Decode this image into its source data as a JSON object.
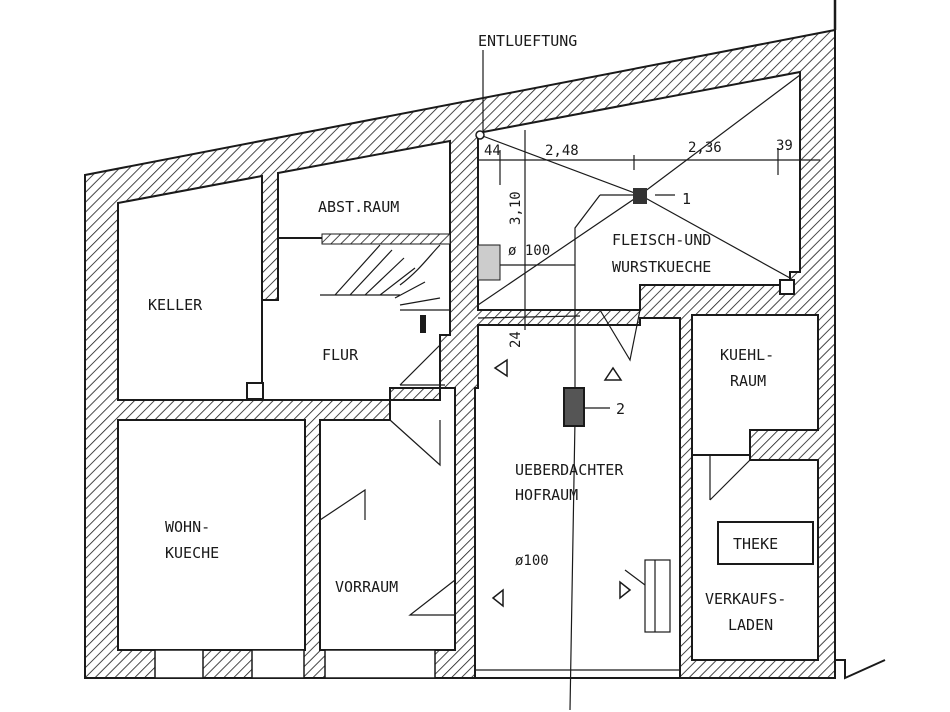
{
  "title": "ENTLUEFTUNG",
  "rooms": {
    "keller": "KELLER",
    "abst_raum": "ABST.RAUM",
    "flur": "FLUR",
    "wohnkueche_1": "WOHN-",
    "wohnkueche_2": "KUECHE",
    "vorraum": "VORRAUM",
    "fleisch_1": "FLEISCH-UND",
    "fleisch_2": "WURSTKUECHE",
    "hofraum_1": "UEBERDACHTER",
    "hofraum_2": "HOFRAUM",
    "kuehlraum_1": "KUEHL-",
    "kuehlraum_2": "RAUM",
    "theke": "THEKE",
    "verkauf_1": "VERKAUFS-",
    "verkauf_2": "LADEN"
  },
  "dimensions": {
    "d44": "44",
    "d248": "2,48",
    "d236": "2,36",
    "d39": "39",
    "d310": "3,10",
    "d24": "24",
    "pipe_upper": "ø 100",
    "pipe_lower": "ø100"
  },
  "markers": {
    "m1": "1",
    "m2": "2"
  }
}
